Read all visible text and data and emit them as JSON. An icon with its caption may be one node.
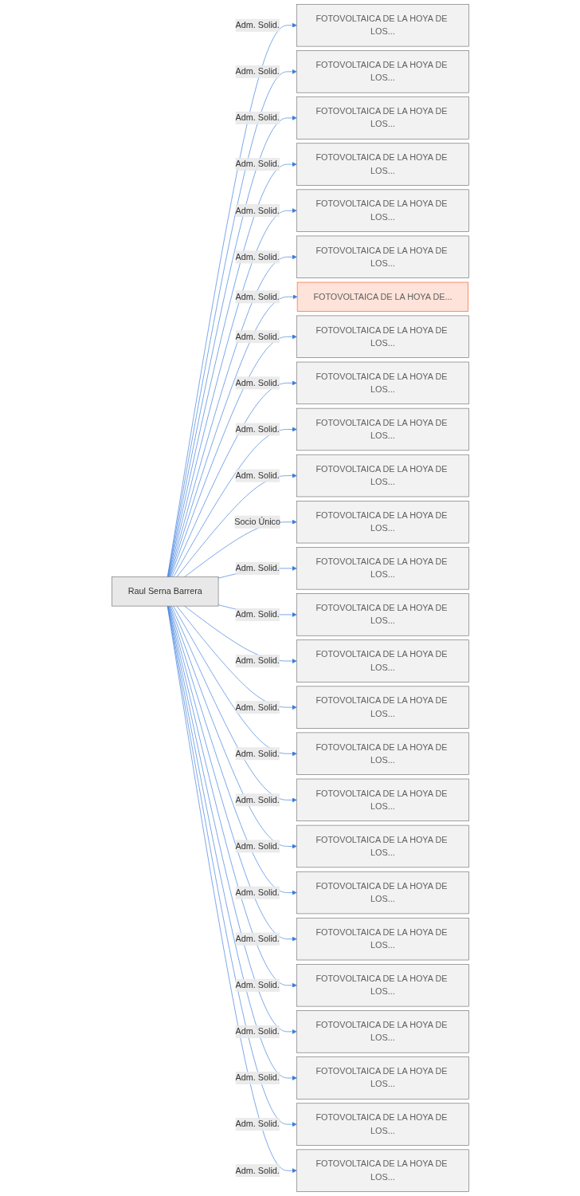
{
  "diagram": {
    "nodes": [
      {
        "text": [
          "FOTOVOLTAICA DE LA HOYA DE LOS..."
        ]
      },
      {
        "text": [
          "FOTOVOLTAICA DE LA HOYA DE LOS..."
        ]
      },
      {
        "text": [
          "FOTOVOLTAICA DE LA HOYA DE LOS..."
        ]
      },
      {
        "text": [
          "FOTOVOLTAICA DE LA HOYA DE LOS..."
        ]
      },
      {
        "text": [
          "FOTOVOLTAICA DE LA HOYA DE LOS..."
        ]
      },
      {
        "text": [
          "FOTOVOLTAICA DE LA HOYA DE LOS..."
        ]
      },
      {
        "text": [
          "FOTOVOLTAICA DE LA HOYA DE..."
        ]
      },
      {
        "text": [
          "FOTOVOLTAICA DE LA HOYA DE LOS..."
        ]
      },
      {
        "text": [
          "FOTOVOLTAICA DE LA HOYA DE LOS..."
        ]
      },
      {
        "text": [
          "FOTOVOLTAICA DE LA HOYA DE LOS..."
        ]
      },
      {
        "text": [
          "FOTOVOLTAICA DE LA HOYA DE LOS..."
        ]
      },
      {
        "text": [
          "FOTOVOLTAICA DE LA HOYA DE LOS..."
        ]
      },
      {
        "text": [
          "FOTOVOLTAICA DE LA HOYA DE LOS..."
        ]
      },
      {
        "text": [
          "Raul Serna Barrera"
        ]
      },
      {
        "text": [
          "FOTOVOLTAICA DE LA HOYA DE LOS..."
        ]
      },
      {
        "text": [
          "FOTOVOLTAICA DE LA HOYA DE LOS..."
        ]
      },
      {
        "text": [
          "FOTOVOLTAICA DE LA HOYA DE LOS..."
        ]
      },
      {
        "text": [
          "FOTOVOLTAICA DE LA HOYA DE LOS..."
        ]
      },
      {
        "text": [
          "FOTOVOLTAICA DE LA HOYA DE LOS..."
        ]
      },
      {
        "text": [
          "FOTOVOLTAICA DE LA HOYA DE LOS..."
        ]
      },
      {
        "text": [
          "FOTOVOLTAICA DE LA HOYA DE LOS..."
        ]
      },
      {
        "text": [
          "FOTOVOLTAICA DE LA HOYA DE LOS..."
        ]
      },
      {
        "text": [
          "FOTOVOLTAICA DE LA HOYA DE LOS..."
        ]
      },
      {
        "text": [
          "FOTOVOLTAICA DE LA HOYA DE LOS..."
        ]
      },
      {
        "text": [
          "FOTOVOLTAICA DE LA HOYA DE LOS..."
        ]
      },
      {
        "text": [
          "FOTOVOLTAICA DE LA HOYA DE LOS..."
        ]
      },
      {
        "text": [
          "FOTOVOLTAICA DE LA HOYA DE LOS..."
        ]
      }
    ],
    "edges": [
      {
        "from": 13,
        "to": 0,
        "arrow": "to",
        "label": "Adm. Solid."
      },
      {
        "from": 13,
        "to": 1,
        "arrow": "to",
        "label": "Adm. Solid."
      },
      {
        "from": 13,
        "to": 2,
        "arrow": "to",
        "label": "Adm. Solid."
      },
      {
        "from": 13,
        "to": 3,
        "arrow": "to",
        "label": "Adm. Solid."
      },
      {
        "from": 13,
        "to": 4,
        "arrow": "to",
        "label": "Adm. Solid."
      },
      {
        "from": 13,
        "to": 5,
        "arrow": "to",
        "label": "Adm. Solid."
      },
      {
        "from": 13,
        "to": 6,
        "arrow": "to",
        "label": "Adm. Solid."
      },
      {
        "from": 13,
        "to": 7,
        "arrow": "to",
        "label": "Adm. Solid."
      },
      {
        "from": 13,
        "to": 8,
        "arrow": "to",
        "label": "Adm. Solid."
      },
      {
        "from": 13,
        "to": 9,
        "arrow": "to",
        "label": "Adm. Solid."
      },
      {
        "from": 13,
        "to": 10,
        "arrow": "to",
        "label": "Adm. Solid."
      },
      {
        "from": 13,
        "to": 11,
        "arrow": "to",
        "label": "Socio Único"
      },
      {
        "from": 13,
        "to": 12,
        "arrow": "to",
        "label": "Adm. Solid."
      },
      {
        "from": 13,
        "to": 14,
        "arrow": "to",
        "label": "Adm. Solid."
      },
      {
        "from": 13,
        "to": 15,
        "arrow": "to",
        "label": "Adm. Solid."
      },
      {
        "from": 13,
        "to": 16,
        "arrow": "to",
        "label": "Adm. Solid."
      },
      {
        "from": 13,
        "to": 17,
        "arrow": "to",
        "label": "Adm. Solid."
      },
      {
        "from": 13,
        "to": 18,
        "arrow": "to",
        "label": "Adm. Solid."
      },
      {
        "from": 13,
        "to": 19,
        "arrow": "to",
        "label": "Adm. Solid."
      },
      {
        "from": 13,
        "to": 20,
        "arrow": "to",
        "label": "Adm. Solid."
      },
      {
        "from": 13,
        "to": 21,
        "arrow": "to",
        "label": "Adm. Solid."
      },
      {
        "from": 13,
        "to": 22,
        "arrow": "to",
        "label": "Adm. Solid."
      },
      {
        "from": 13,
        "to": 23,
        "arrow": "to",
        "label": "Adm. Solid."
      },
      {
        "from": 13,
        "to": 24,
        "arrow": "to",
        "label": "Adm. Solid."
      },
      {
        "from": 13,
        "to": 25,
        "arrow": "to",
        "label": "Adm. Solid."
      },
      {
        "from": 13,
        "to": 26,
        "arrow": "to",
        "label": "Adm. Solid."
      }
    ]
  }
}
